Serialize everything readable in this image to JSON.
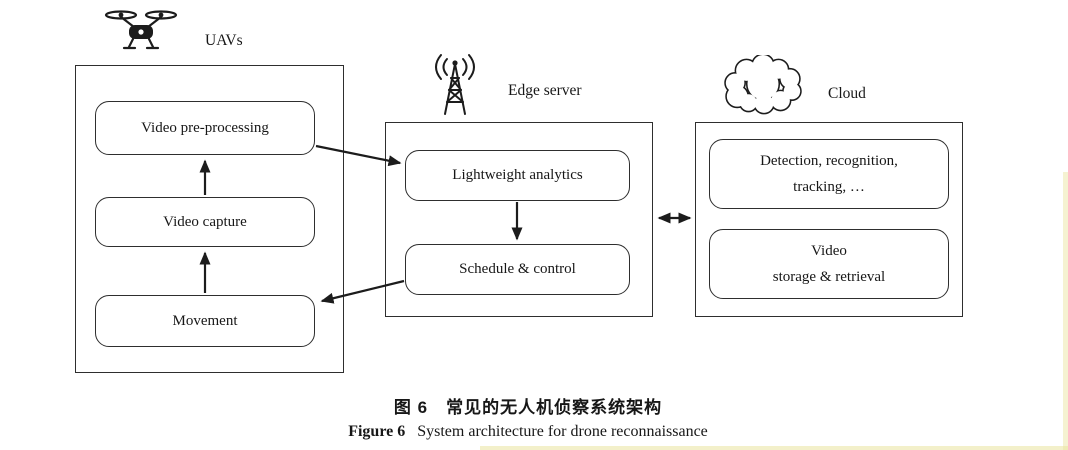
{
  "diagram": {
    "uavs": {
      "label": "UAVs",
      "nodes": {
        "preprocess": "Video pre-processing",
        "capture": "Video capture",
        "movement": "Movement"
      }
    },
    "edge_server": {
      "label": "Edge server",
      "nodes": {
        "analytics": "Lightweight analytics",
        "schedule": "Schedule & control"
      }
    },
    "cloud": {
      "label": "Cloud",
      "nodes": {
        "detection_line1": "Detection, recognition,",
        "detection_line2": "tracking,  …",
        "storage_line1": "Video",
        "storage_line2": "storage & retrieval"
      }
    }
  },
  "caption": {
    "zh": "图 6　常见的无人机侦察系统架构",
    "en_label": "Figure 6",
    "en_text": "System architecture for drone reconnaissance"
  },
  "colors": {
    "line": "#1c1c1c",
    "border": "#2e2e2e"
  }
}
